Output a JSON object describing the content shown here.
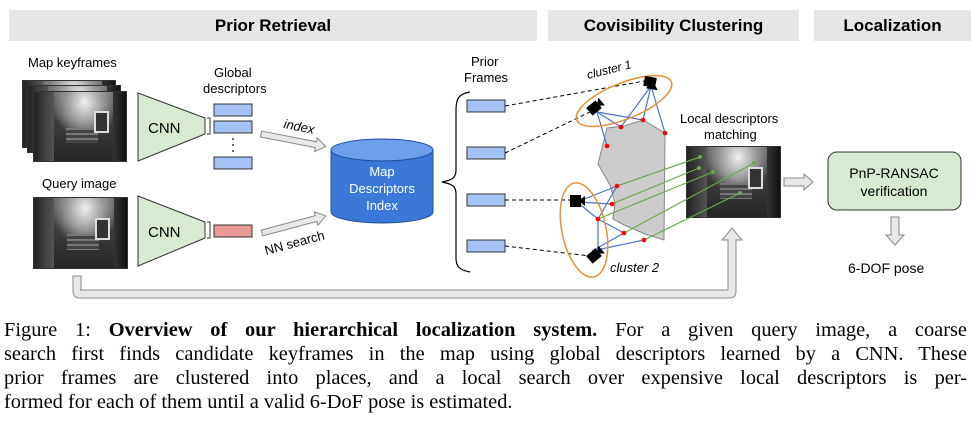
{
  "headers": {
    "prior_retrieval": "Prior Retrieval",
    "covisibility_clustering": "Covisibility Clustering",
    "localization": "Localization"
  },
  "labels": {
    "map_keyframes": "Map keyframes",
    "global_descriptors_1": "Global",
    "global_descriptors_2": "descriptors",
    "query_image": "Query image",
    "cnn_top": "CNN",
    "cnn_bottom": "CNN",
    "ellipsis": "⋮",
    "index_arrow": "index",
    "nn_search_arrow": "NN search",
    "db_line1": "Map",
    "db_line2": "Descriptors",
    "db_line3": "Index",
    "prior_frames_1": "Prior",
    "prior_frames_2": "Frames",
    "cluster1": "cluster 1",
    "cluster2": "cluster 2",
    "local_matching_1": "Local descriptors",
    "local_matching_2": "matching",
    "pnp_line1": "PnP-RANSAC",
    "pnp_line2": "verification",
    "pose": "6-DOF pose"
  },
  "colors": {
    "header_bg": "#e6e6e6",
    "cnn_fill": "#d9ead3",
    "global_desc_fill": "#a4c2f4",
    "query_desc_fill": "#ea9999",
    "db_fill": "#3c78d8",
    "cluster_ellipse": "#e69138",
    "covis_edge": "#4a74c9",
    "match_line": "#6aa84f",
    "point": "#ff0000",
    "structure": "#cccccc",
    "arrow_fill": "#e8e8e8",
    "pnp_fill": "#d9ead3"
  },
  "caption": {
    "prefix": "Figure 1: ",
    "bold": "Overview of our hierarchical localization system.",
    "line1_rest": " For a given query image, a coarse",
    "line2": "search first finds candidate keyframes in the map using global descriptors learned by a CNN. These",
    "line3": "prior frames are clustered into places, and a local search over expensive local descriptors is per-",
    "line4": "formed for each of them until a valid 6-DoF pose is estimated."
  }
}
